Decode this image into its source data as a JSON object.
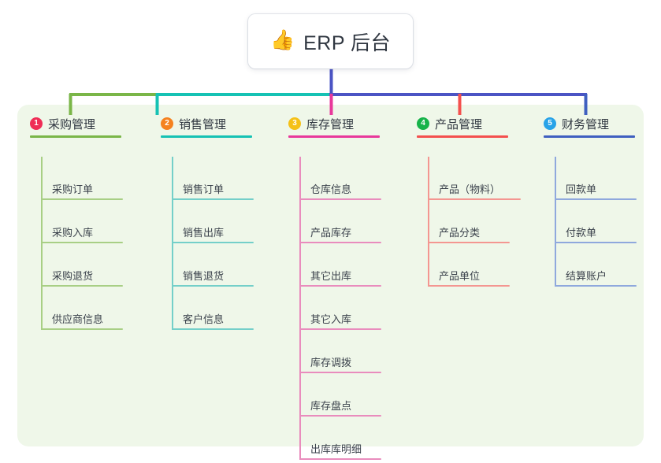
{
  "root": {
    "icon": "thumbs-up-icon",
    "icon_glyph": "👍",
    "label": "ERP 后台"
  },
  "palette": {
    "panel_background": "#eff7e9",
    "page_background": "#ffffff",
    "root_background": "#ffffff",
    "root_text": "#2f3640",
    "title_text": "#2f3640",
    "leaf_text": "#3b424c",
    "root_stem": "#4b54c4"
  },
  "columns": [
    {
      "index": "1",
      "title": "采购管理",
      "badge_color": "#ef2d56",
      "line_color": "#7ab648",
      "leaf_line_color": "#a8cf85",
      "items": [
        "采购订单",
        "采购入库",
        "采购退货",
        "供应商信息"
      ]
    },
    {
      "index": "2",
      "title": "销售管理",
      "badge_color": "#f58220",
      "line_color": "#16c2b4",
      "leaf_line_color": "#74cfc9",
      "items": [
        "销售订单",
        "销售出库",
        "销售退货",
        "客户信息"
      ]
    },
    {
      "index": "3",
      "title": "库存管理",
      "badge_color": "#f5c118",
      "line_color": "#e8399b",
      "leaf_line_color": "#e98cbd",
      "items": [
        "仓库信息",
        "产品库存",
        "其它出库",
        "其它入库",
        "库存调拨",
        "库存盘点",
        "出库库明细"
      ]
    },
    {
      "index": "4",
      "title": "产品管理",
      "badge_color": "#17b34a",
      "line_color": "#f4504e",
      "leaf_line_color": "#f49691",
      "items": [
        "产品（物料）",
        "产品分类",
        "产品单位"
      ]
    },
    {
      "index": "5",
      "title": "财务管理",
      "badge_color": "#28a3e8",
      "line_color": "#3f5fc0",
      "leaf_line_color": "#8fa8dd",
      "items": [
        "回款单",
        "付款单",
        "结算账户"
      ]
    }
  ],
  "connectors": {
    "bus_segments": [
      {
        "name": "segment-1-2",
        "color": "#7ab648"
      },
      {
        "name": "segment-2-3",
        "color": "#16c2b4"
      },
      {
        "name": "segment-3-5",
        "color": "#4b54c4"
      }
    ],
    "drops": [
      {
        "name": "drop-col-1",
        "color": "#7ab648"
      },
      {
        "name": "drop-col-2",
        "color": "#16c2b4"
      },
      {
        "name": "drop-col-3",
        "color": "#e8399b"
      },
      {
        "name": "drop-col-4",
        "color": "#f4504e"
      },
      {
        "name": "drop-col-5",
        "color": "#3f5fc0"
      }
    ]
  }
}
